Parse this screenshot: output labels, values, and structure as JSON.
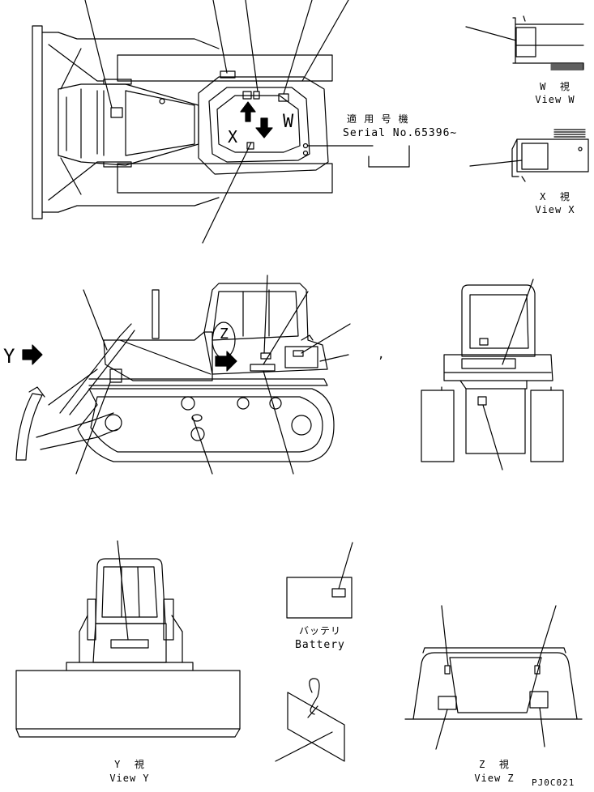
{
  "labels": {
    "serial_jp": "適 用 号 機",
    "serial_en": "Serial No.65396~",
    "view_w_jp": "W  視",
    "view_w_en": "View W",
    "view_x_jp": "X  視",
    "view_x_en": "View X",
    "view_y_jp": "Y  視",
    "view_y_en": "View Y",
    "view_z_jp": "Z  視",
    "view_z_en": "View Z",
    "battery_jp": "バッテリ",
    "battery_en": "Battery",
    "marker_y": "Y",
    "marker_z": "Z",
    "marker_w": "W",
    "marker_x": "X",
    "comma": ",",
    "drawing_code": "PJ0C021"
  },
  "colors": {
    "line": "#000000",
    "background": "#ffffff"
  }
}
